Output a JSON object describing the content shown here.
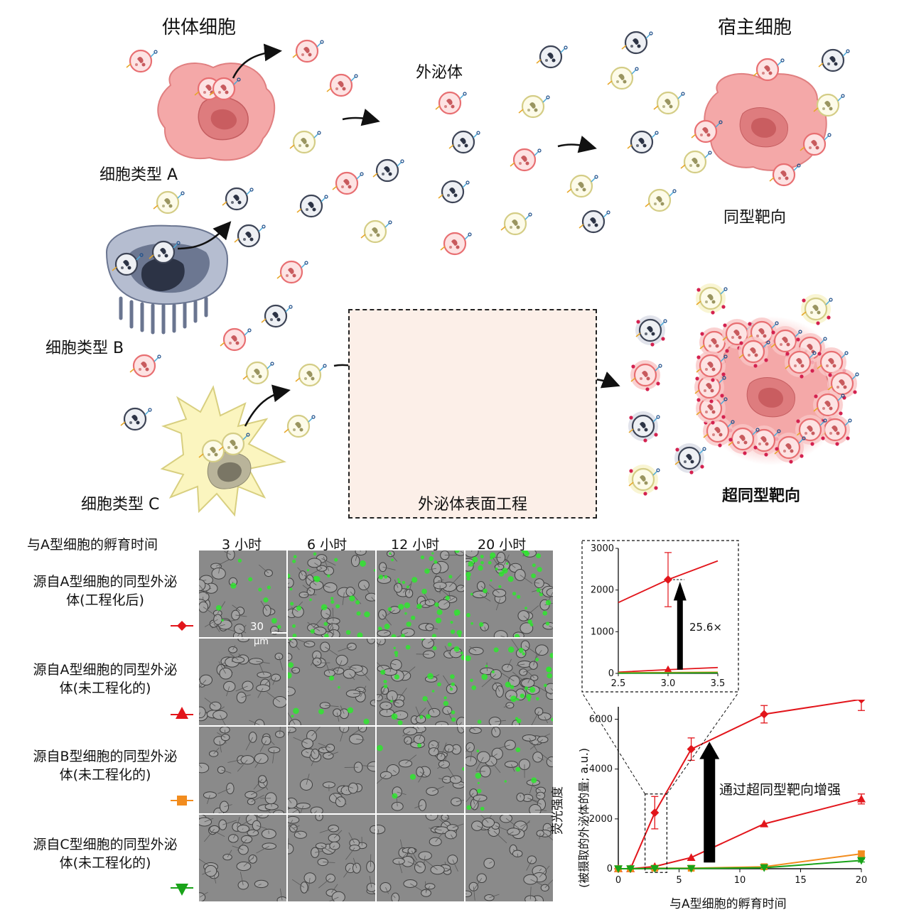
{
  "diagram": {
    "donor_title": "供体细胞",
    "host_title": "宿主细胞",
    "exosome_label": "外泌体",
    "cell_a": "细胞类型 A",
    "cell_b": "细胞类型 B",
    "cell_c": "细胞类型 C",
    "homotypic": "同型靶向",
    "super_homotypic": "超同型靶向",
    "engineering": "外泌体表面工程"
  },
  "colors": {
    "type_a": "#e86f72",
    "type_b": "#3d4456",
    "type_c": "#e8e3a0",
    "red": "#e2151b",
    "orange": "#f28c1e",
    "green": "#19a319"
  },
  "micrographs": {
    "header": "与A型细胞的孵育时间",
    "columns": [
      "3 小时",
      "6 小时",
      "12 小时",
      "20 小时"
    ],
    "rows": [
      {
        "label_line1": "源自A型细胞的同型外泌",
        "label_line2": "体(工程化后)",
        "marker": "diamond",
        "color": "#e2151b",
        "green": [
          2,
          6,
          8,
          8
        ]
      },
      {
        "label_line1": "源自A型细胞的同型外泌",
        "label_line2": "体(未工程化的)",
        "marker": "triangle-up",
        "color": "#e2151b",
        "green": [
          0,
          2,
          6,
          6
        ]
      },
      {
        "label_line1": "源自B型细胞的同型外泌",
        "label_line2": "体(未工程化的)",
        "marker": "square",
        "color": "#f28c1e",
        "green": [
          0,
          0,
          1,
          2
        ]
      },
      {
        "label_line1": "源自C型细胞的同型外泌",
        "label_line2": "体(未工程化的)",
        "marker": "triangle-down",
        "color": "#19a319",
        "green": [
          0,
          0,
          0,
          0
        ]
      }
    ],
    "scale_value": "30",
    "scale_unit": "μm"
  },
  "chart_data": [
    {
      "type": "line",
      "xlabel": "与A型细胞的孵育时间",
      "ylabel_line1": "荧光强度",
      "ylabel_line2": "(被摄取的外泌体的量; a.u.)",
      "xlim": [
        0,
        20
      ],
      "ylim": [
        0,
        6500
      ],
      "xticks": [
        0,
        5,
        10,
        15,
        20
      ],
      "yticks": [
        0,
        2000,
        4000,
        6000
      ],
      "annotation": "通过超同型靶向增强",
      "series": [
        {
          "marker": "diamond",
          "color": "#e2151b",
          "x": [
            0,
            1,
            3,
            6,
            12,
            20
          ],
          "y": [
            0,
            0,
            2250,
            4800,
            6200,
            6800
          ],
          "err": [
            0,
            0,
            650,
            450,
            350,
            450
          ]
        },
        {
          "marker": "triangle-up",
          "color": "#e2151b",
          "x": [
            0,
            1,
            3,
            6,
            12,
            20
          ],
          "y": [
            0,
            0,
            90,
            450,
            1800,
            2800
          ],
          "err": [
            0,
            0,
            0,
            0,
            0,
            200
          ]
        },
        {
          "marker": "square",
          "color": "#f28c1e",
          "x": [
            0,
            1,
            3,
            6,
            12,
            20
          ],
          "y": [
            0,
            0,
            20,
            20,
            80,
            600
          ],
          "err": [
            0,
            0,
            0,
            0,
            0,
            100
          ]
        },
        {
          "marker": "triangle-down",
          "color": "#19a319",
          "x": [
            0,
            1,
            3,
            6,
            12,
            20
          ],
          "y": [
            0,
            0,
            10,
            10,
            40,
            330
          ],
          "err": [
            0,
            0,
            0,
            0,
            0,
            60
          ]
        }
      ]
    },
    {
      "type": "line",
      "xlim": [
        2.5,
        3.5
      ],
      "ylim": [
        0,
        3000
      ],
      "xticks": [
        2.5,
        3.0,
        3.5
      ],
      "yticks": [
        0,
        1000,
        2000,
        3000
      ],
      "annotation": "25.6×",
      "series": [
        {
          "marker": "diamond",
          "color": "#e2151b",
          "x": [
            2.5,
            3.0,
            3.5
          ],
          "y": [
            1700,
            2250,
            2700
          ],
          "err_x": 3.0,
          "err": 650
        },
        {
          "marker": "triangle-up",
          "color": "#e2151b",
          "x": [
            2.5,
            3.0,
            3.5
          ],
          "y": [
            30,
            90,
            140
          ]
        },
        {
          "marker": "square",
          "color": "#f28c1e",
          "x": [
            2.5,
            3.5
          ],
          "y": [
            15,
            30
          ]
        },
        {
          "marker": "triangle-down",
          "color": "#19a319",
          "x": [
            2.5,
            3.5
          ],
          "y": [
            5,
            15
          ]
        }
      ]
    }
  ]
}
